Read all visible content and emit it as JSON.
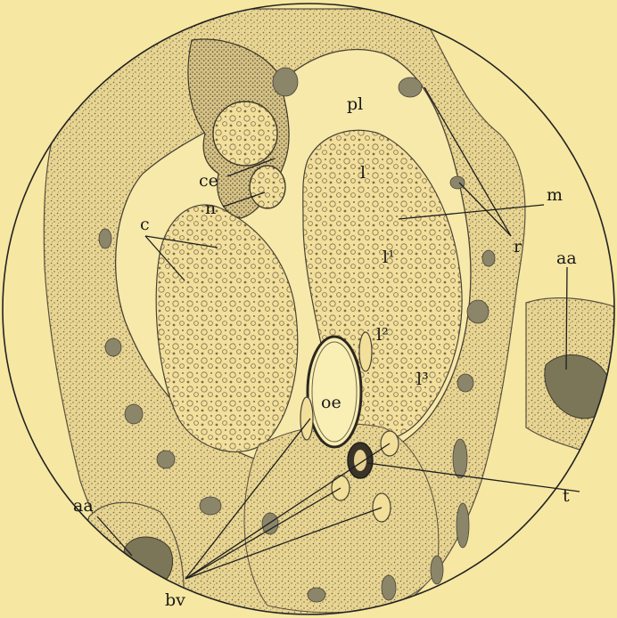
{
  "figure": {
    "labels": {
      "pl": "pl",
      "r": "r",
      "l": "l",
      "ce": "ce",
      "m": "m",
      "n": "n",
      "c": "c",
      "l1": "l¹",
      "aa_right": "aa",
      "l2": "l²",
      "l3": "l³",
      "oe": "oe",
      "aa_left": "aa",
      "t": "t",
      "bv": "bv"
    }
  },
  "colors": {
    "background": "#f6e7a2",
    "tissue": "#e6d090",
    "stipple": "#8a7a52",
    "dark_cell": "#7d7a5a",
    "ink": "#1e1e1e"
  }
}
